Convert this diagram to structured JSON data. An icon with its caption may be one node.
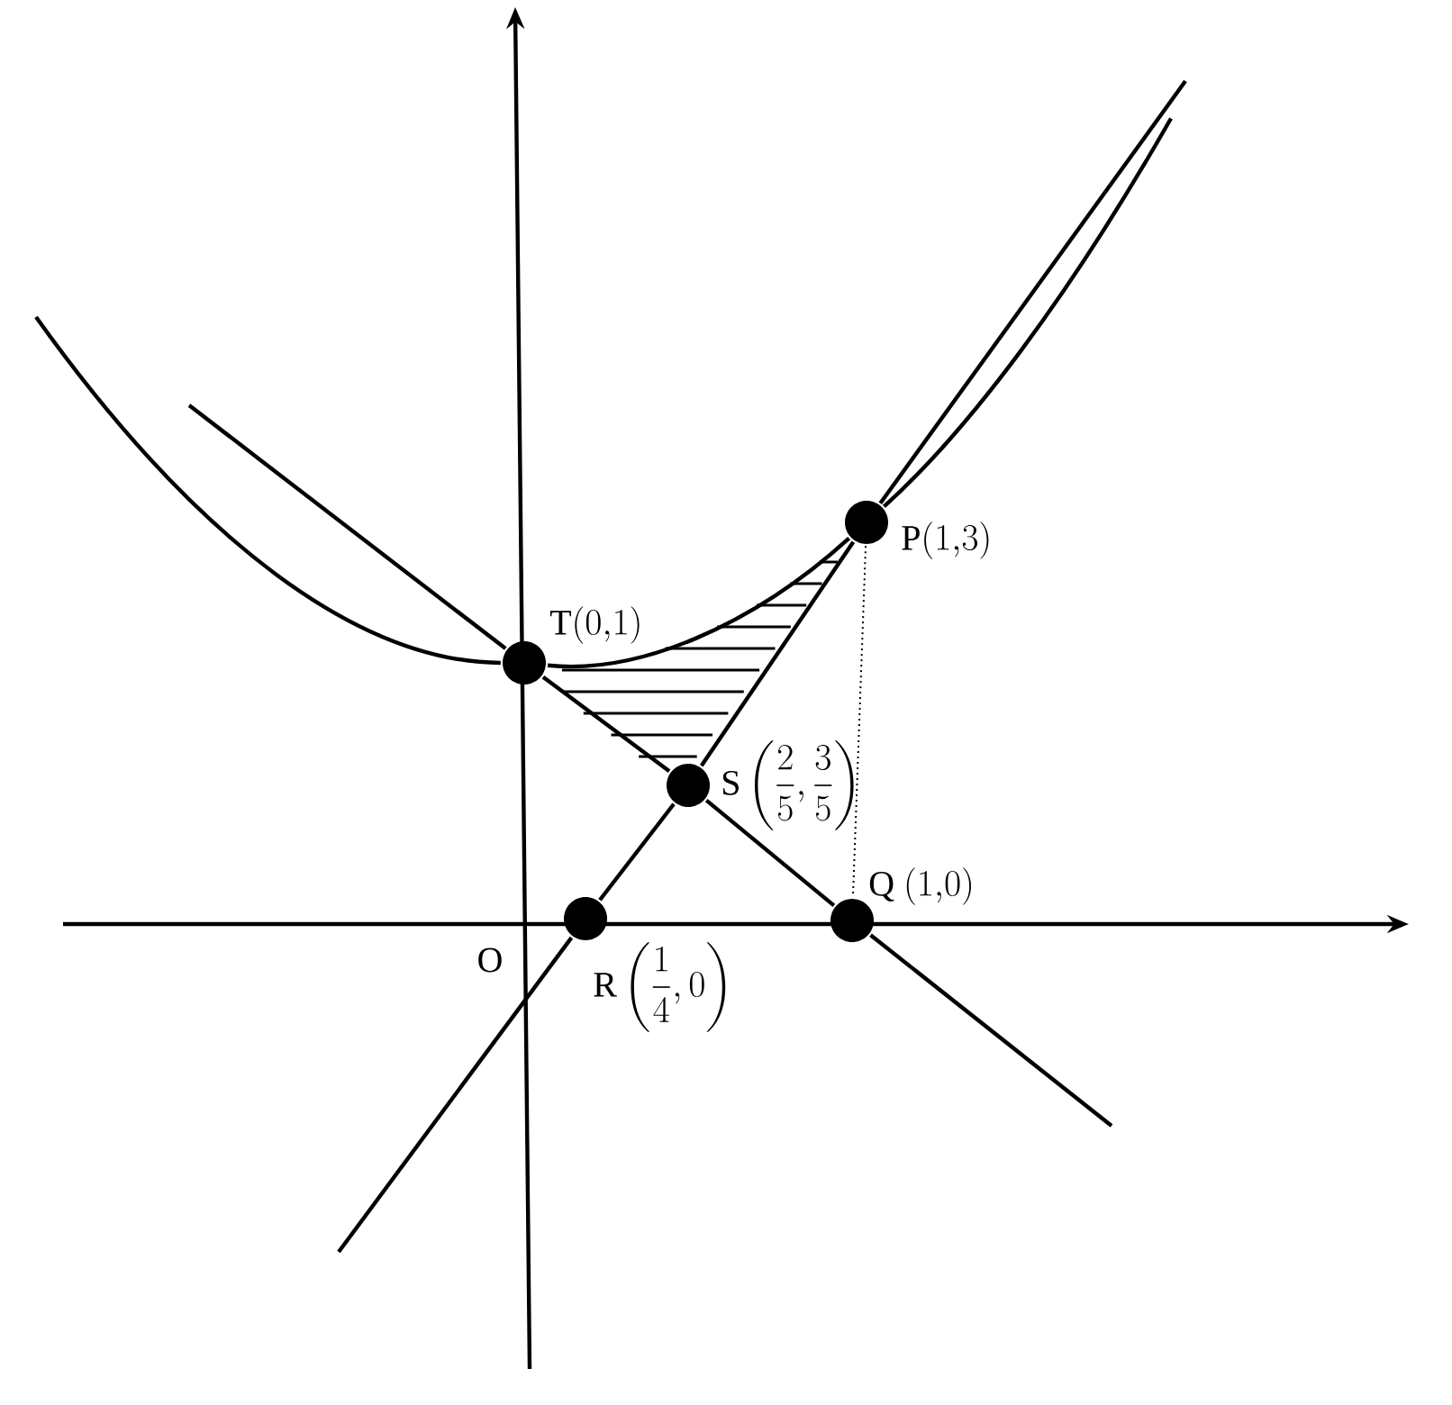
{
  "diagram": {
    "nodes": [
      {
        "text": [],
        "shape": "circle",
        "beside": [
          "\\mathrm{P}(1{,}3)"
        ]
      },
      {
        "text": [],
        "shape": "circle",
        "beside": [
          "\\mathrm{T}(0{,}1)"
        ]
      },
      {
        "text": [],
        "shape": "circle",
        "beside": [
          "\\mathrm{S}\\left(\\dfrac{2}{5},\\dfrac{3}{5}\\right)"
        ]
      },
      {
        "text": [],
        "shape": "circle",
        "beside": [
          "\\mathrm{Q}\\ (1{,}0)"
        ]
      },
      {
        "text": [],
        "shape": "circle",
        "beside": [
          "\\mathrm{R}\\left(\\dfrac{1}{4},0\\right)"
        ]
      }
    ],
    "edges": [
      {
        "from": 1,
        "to": 2,
        "arrow": "none"
      },
      {
        "from": 2,
        "to": 3,
        "arrow": "none"
      },
      {
        "from": 4,
        "to": 2,
        "arrow": "none"
      },
      {
        "from": 2,
        "to": 0,
        "arrow": "none"
      },
      {
        "from": 0,
        "to": 3,
        "arrow": "none",
        "style": "dashed"
      },
      {
        "from": null,
        "to": 1,
        "arrow": "none"
      },
      {
        "from": 3,
        "to": null,
        "arrow": "none"
      },
      {
        "from": null,
        "to": 4,
        "arrow": "none"
      },
      {
        "from": 0,
        "to": null,
        "arrow": "none"
      },
      {
        "from": null,
        "to": 1,
        "arrow": "none"
      },
      {
        "from": 1,
        "to": 0,
        "arrow": "none"
      },
      {
        "from": 0,
        "to": null,
        "arrow": "none"
      }
    ],
    "labels": [
      "O"
    ]
  }
}
